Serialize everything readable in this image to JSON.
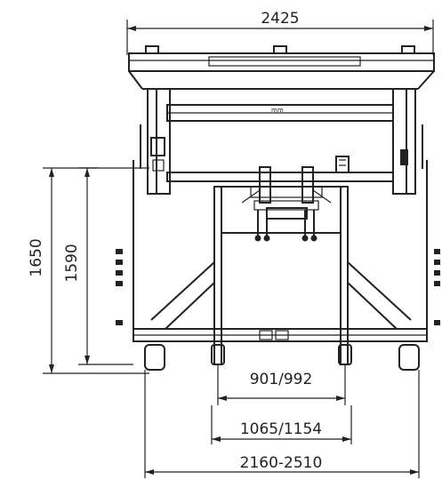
{
  "drawing": {
    "dimensions": {
      "overall_width": "2425",
      "height_outer": "1650",
      "height_inner": "1590",
      "track_inner": "901/992",
      "track_middle": "1065/1154",
      "track_outer": "2160-2510"
    }
  }
}
